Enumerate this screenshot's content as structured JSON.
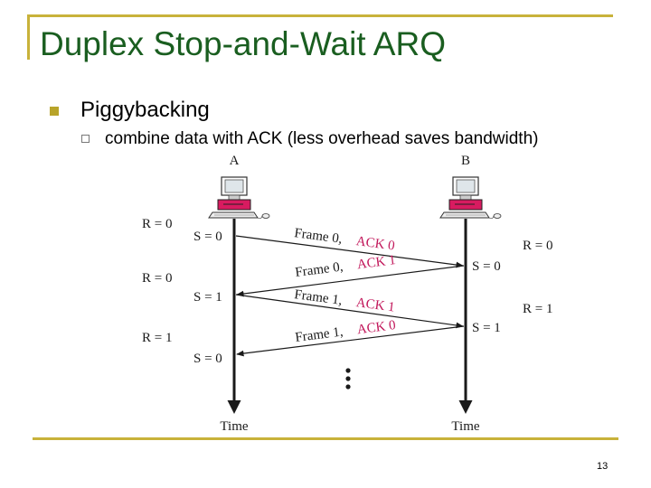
{
  "slide": {
    "title": "Duplex Stop-and-Wait ARQ",
    "bullet_level1": "Piggybacking",
    "bullet_level2": "combine data with ACK (less overhead saves bandwidth)",
    "page_number": "13"
  },
  "diagram": {
    "station_a_label": "A",
    "station_b_label": "B",
    "time_label": "Time",
    "a_states": [
      {
        "r": "R = 0",
        "s": "S = 0"
      },
      {
        "r": "R = 0",
        "s": "S = 1"
      },
      {
        "r": "R = 1",
        "s": "S = 0"
      }
    ],
    "b_states": [
      {
        "r": "R = 0",
        "s": "S = 0"
      },
      {
        "r": "R = 1",
        "s": "S = 1"
      }
    ],
    "messages": [
      {
        "frame": "Frame 0,",
        "ack": "ACK 0",
        "direction": "A-to-B"
      },
      {
        "frame": "Frame 0,",
        "ack": "ACK 1",
        "direction": "B-to-A"
      },
      {
        "frame": "Frame 1,",
        "ack": "ACK 1",
        "direction": "A-to-B"
      },
      {
        "frame": "Frame 1,",
        "ack": "ACK 0",
        "direction": "B-to-A"
      }
    ],
    "colors": {
      "ack": "#c2185b",
      "title": "#1a5e20",
      "accent": "#c8b23a",
      "computer": "#d81b60"
    }
  }
}
